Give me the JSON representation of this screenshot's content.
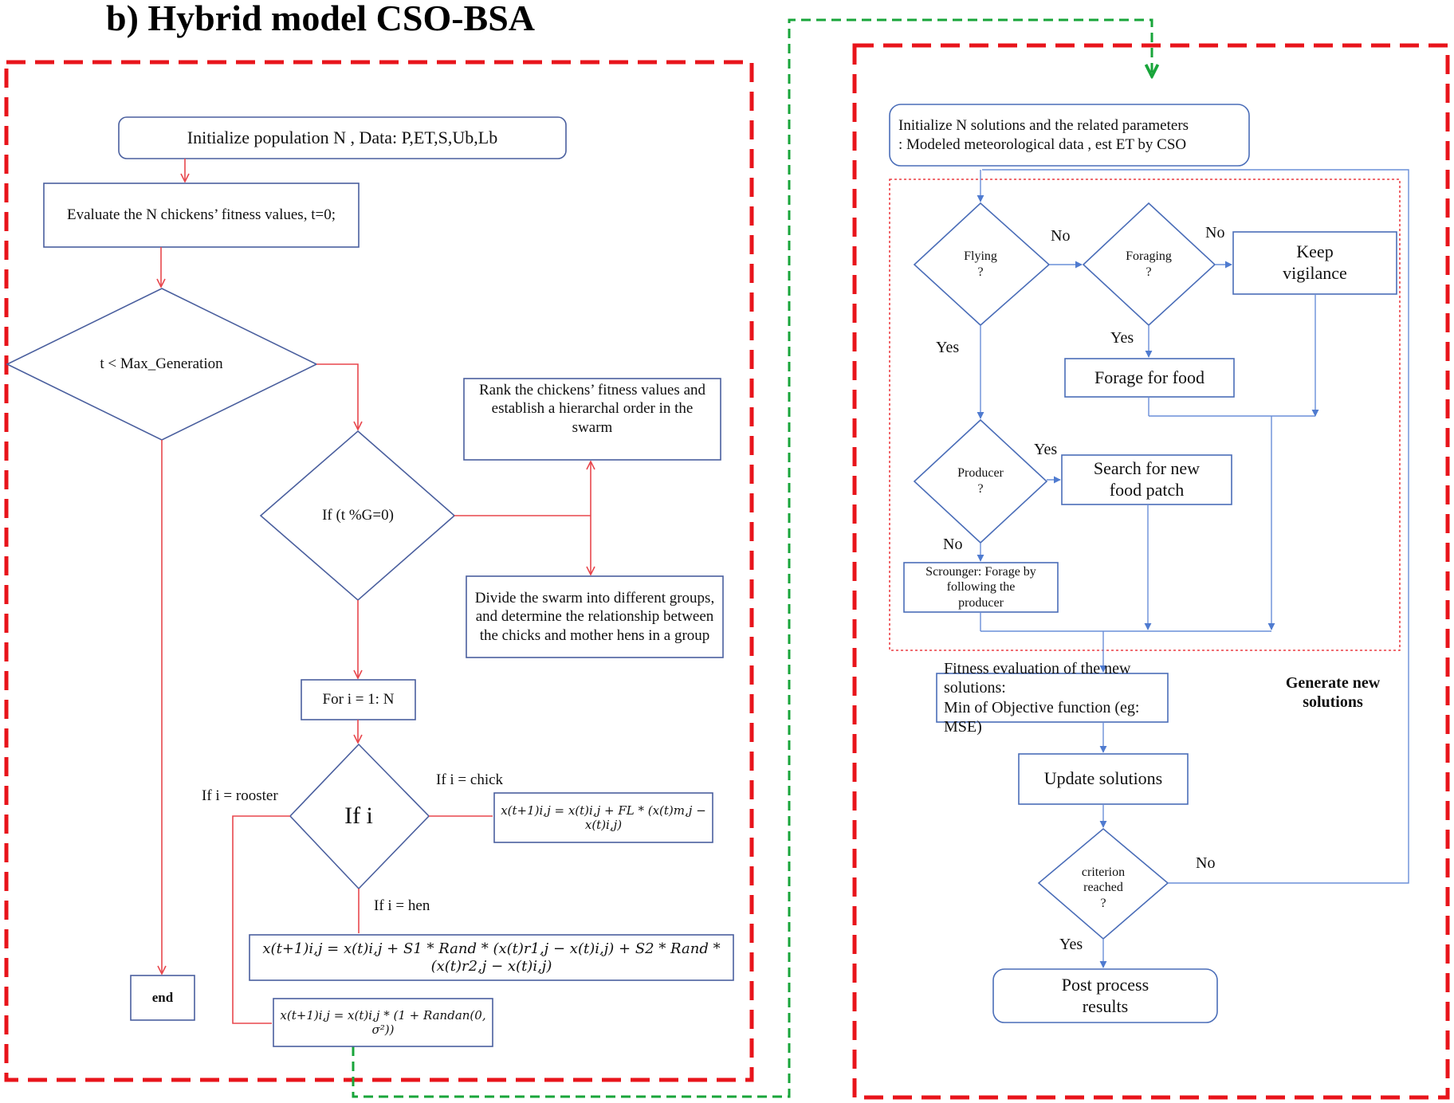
{
  "title": "b) Hybrid model CSO-BSA",
  "colors": {
    "frame_border": "#e8141b",
    "link_dashed": "#18a53a",
    "cso_line": "#e8474d",
    "cso_box": "#4a5f9e",
    "bsa_line": "#4f7bd0",
    "inner_dotted": "#e8141b"
  },
  "cso": {
    "init": "Initialize population N , Data: P,ET,S,Ub,Lb",
    "evaluate": "Evaluate the N chickens’ fitness values, t=0;",
    "decision_max_gen": "t < Max_Generation",
    "decision_g": "If (t %G=0)",
    "rank": "Rank the chickens’ fitness values and establish a hierarchal order in the swarm",
    "divide": "Divide the swarm into different groups, and determine the relationship between the chicks and mother hens in a group",
    "for_loop": "For i = 1: N",
    "decision_i": "If i",
    "label_chick": "If i = chick",
    "label_rooster": "If i = rooster",
    "label_hen": "If i = hen",
    "eq_chick": "x(t+1)i,j = x(t)i,j + FL * (x(t)m,j − x(t)i,j)",
    "eq_hen": "x(t+1)i,j = x(t)i,j + S1 * Rand * (x(t)r1,j − x(t)i,j) + S2 * Rand * (x(t)r2,j − x(t)i,j)",
    "eq_rooster": "x(t+1)i,j = x(t)i,j * (1 + Randan(0, σ²))",
    "end": "end"
  },
  "bsa": {
    "init": "Initialize N solutions and the related parameters\n: Modeled meteorological data , est ET by CSO",
    "flying": "Flying\n?",
    "foraging": "Foraging\n?",
    "keep_vigilance": "Keep\nvigilance",
    "forage_food": "Forage for food",
    "producer": "Producer\n?",
    "search_patch": "Search for new\nfood patch",
    "scrounger": "Scrounger: Forage by\nfollowing the\nproducer",
    "fitness_eval": "Fitness evaluation of the new solutions:\nMin of Objective function (eg: MSE)",
    "generate_label": "Generate new\nsolutions",
    "update": "Update solutions",
    "criterion": "criterion\nreached\n?",
    "post": "Post process\nresults",
    "no_1": "No",
    "no_2": "No",
    "yes_1": "Yes",
    "yes_2": "Yes",
    "yes_3": "Yes",
    "no_3": "No",
    "no_4": "No",
    "yes_4": "Yes"
  }
}
